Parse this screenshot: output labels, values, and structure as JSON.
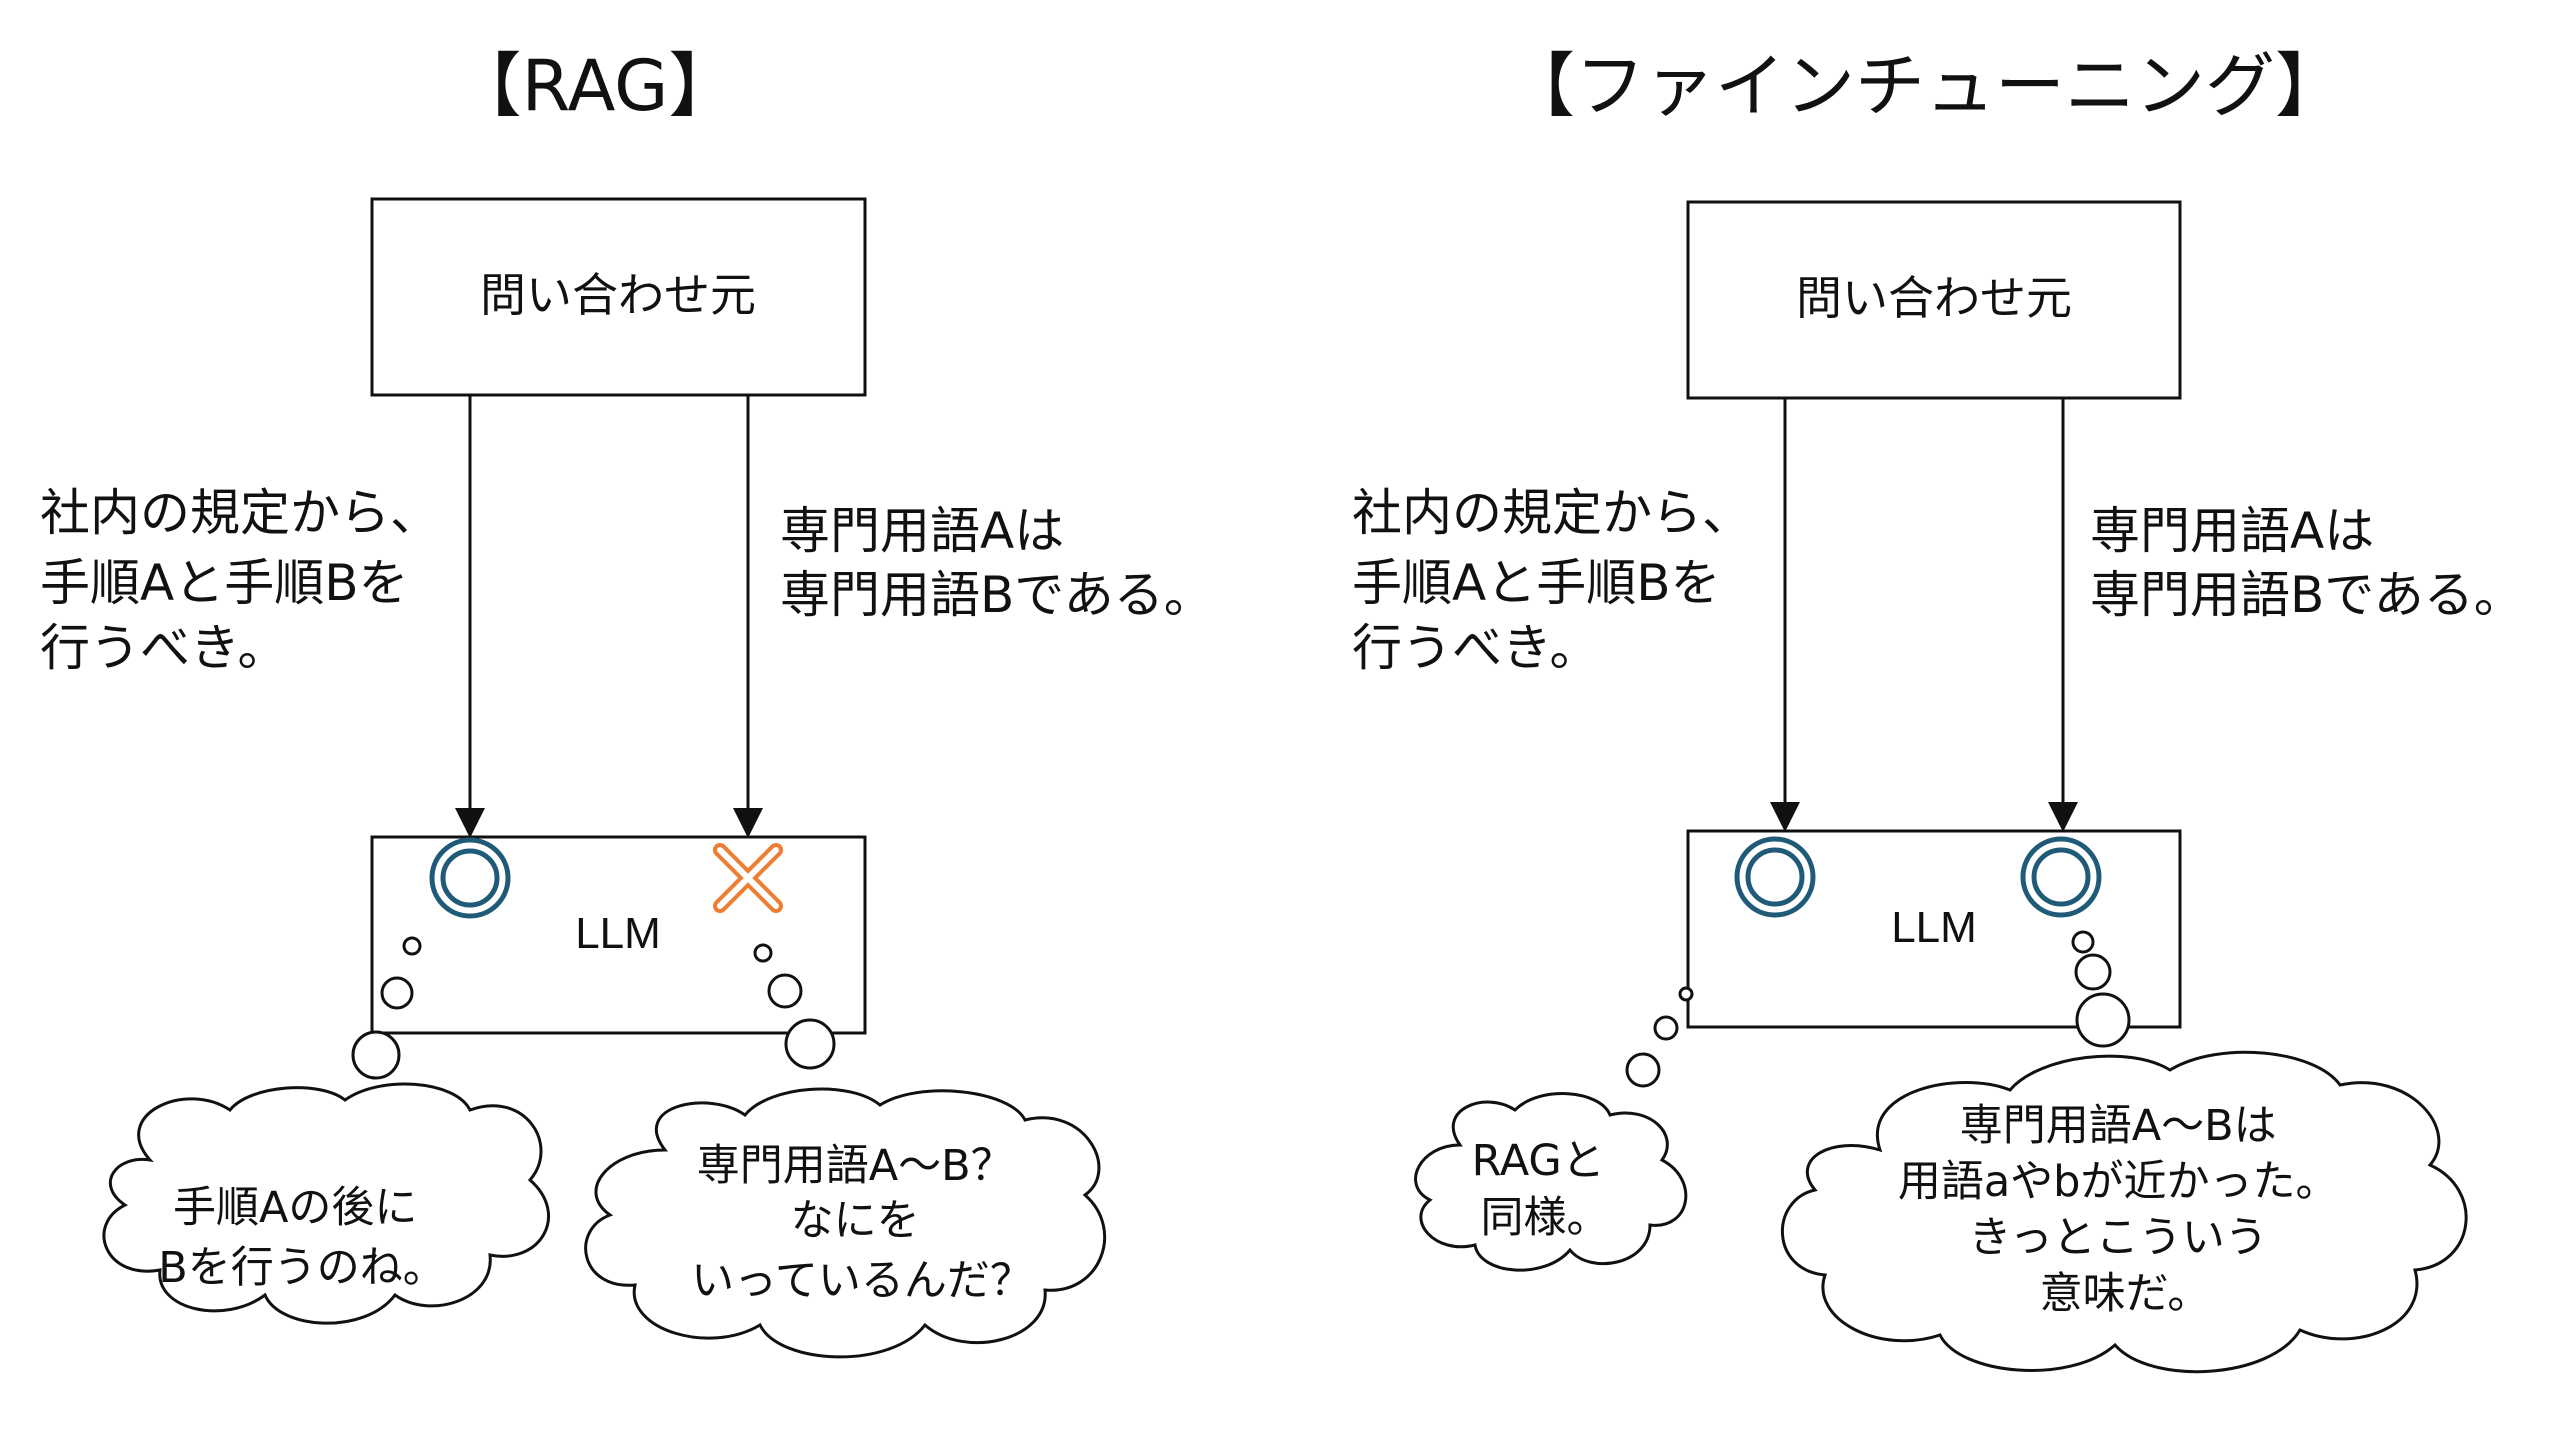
{
  "colors": {
    "stroke": "#111111",
    "ok_mark": "#1f5a78",
    "ng_mark": "#ed7d31",
    "background": "#ffffff"
  },
  "rag": {
    "title": "【RAG】",
    "source_box": "問い合わせ元",
    "left_label": [
      "社内の規定から、",
      "手順Aと手順Bを",
      "行うべき。"
    ],
    "right_label": [
      "専門用語Aは",
      "専門用語Bである。"
    ],
    "llm_label": "LLM",
    "left_mark": "double-circle-icon",
    "right_mark": "cross-icon",
    "left_thought": [
      "手順Aの後に",
      "Bを行うのね。"
    ],
    "right_thought": [
      "専門用語A～B？",
      "なにを",
      "いっているんだ？"
    ]
  },
  "finetune": {
    "title": "【ファインチューニング】",
    "source_box": "問い合わせ元",
    "left_label": [
      "社内の規定から、",
      "手順Aと手順Bを",
      "行うべき。"
    ],
    "right_label": [
      "専門用語Aは",
      "専門用語Bである。"
    ],
    "llm_label": "LLM",
    "left_mark": "double-circle-icon",
    "right_mark": "double-circle-icon",
    "left_thought": [
      "RAGと",
      "同様。"
    ],
    "right_thought": [
      "専門用語A～Bは",
      "用語aやbが近かった。",
      "きっとこういう",
      "意味だ。"
    ]
  }
}
